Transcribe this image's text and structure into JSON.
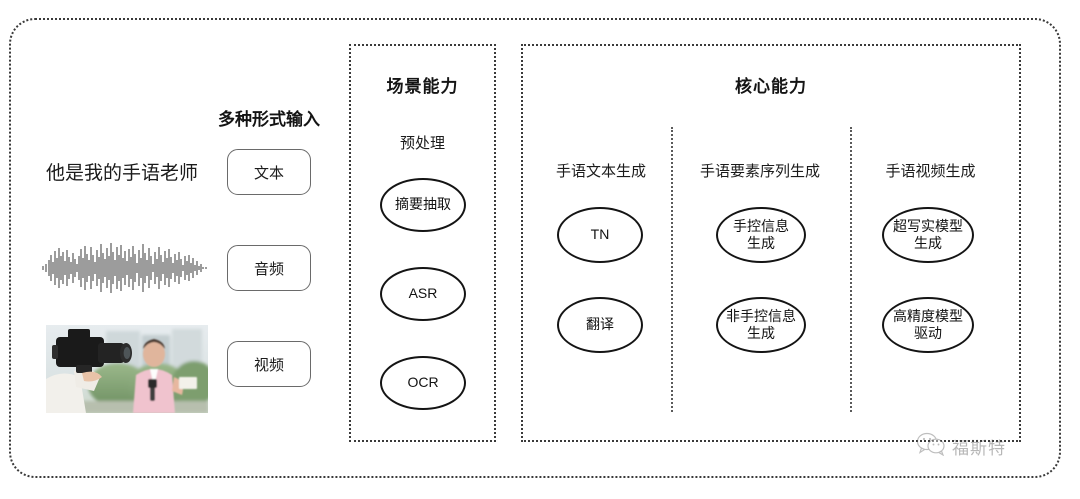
{
  "diagram": {
    "input_section": {
      "heading": "多种形式输入",
      "sample_text": "他是我的手语老师",
      "waveform_icon": "audio-waveform-icon",
      "video_thumbnail_icon": "video-thumbnail-image",
      "types": [
        {
          "label": "文本"
        },
        {
          "label": "音频"
        },
        {
          "label": "视频"
        }
      ]
    },
    "scene_panel": {
      "title": "场景能力",
      "group_heading": "预处理",
      "nodes": [
        {
          "label": "摘要抽取"
        },
        {
          "label": "ASR"
        },
        {
          "label": "OCR"
        }
      ]
    },
    "core_panel": {
      "title": "核心能力",
      "columns": [
        {
          "heading": "手语文本生成",
          "nodes": [
            {
              "line1": "TN",
              "line2": ""
            },
            {
              "line1": "翻译",
              "line2": ""
            }
          ]
        },
        {
          "heading": "手语要素序列生成",
          "nodes": [
            {
              "line1": "手控信息",
              "line2": "生成"
            },
            {
              "line1": "非手控信息",
              "line2": "生成"
            }
          ]
        },
        {
          "heading": "手语视频生成",
          "nodes": [
            {
              "line1": "超写实模型",
              "line2": "生成"
            },
            {
              "line1": "高精度模型",
              "line2": "驱动"
            }
          ]
        }
      ]
    },
    "watermark": {
      "icon": "wechat-icon",
      "label": "福斯特"
    },
    "colors": {
      "border": "#3a3a3a",
      "node_border": "#141414",
      "text": "#1d1d1d",
      "background": "#ffffff"
    }
  }
}
